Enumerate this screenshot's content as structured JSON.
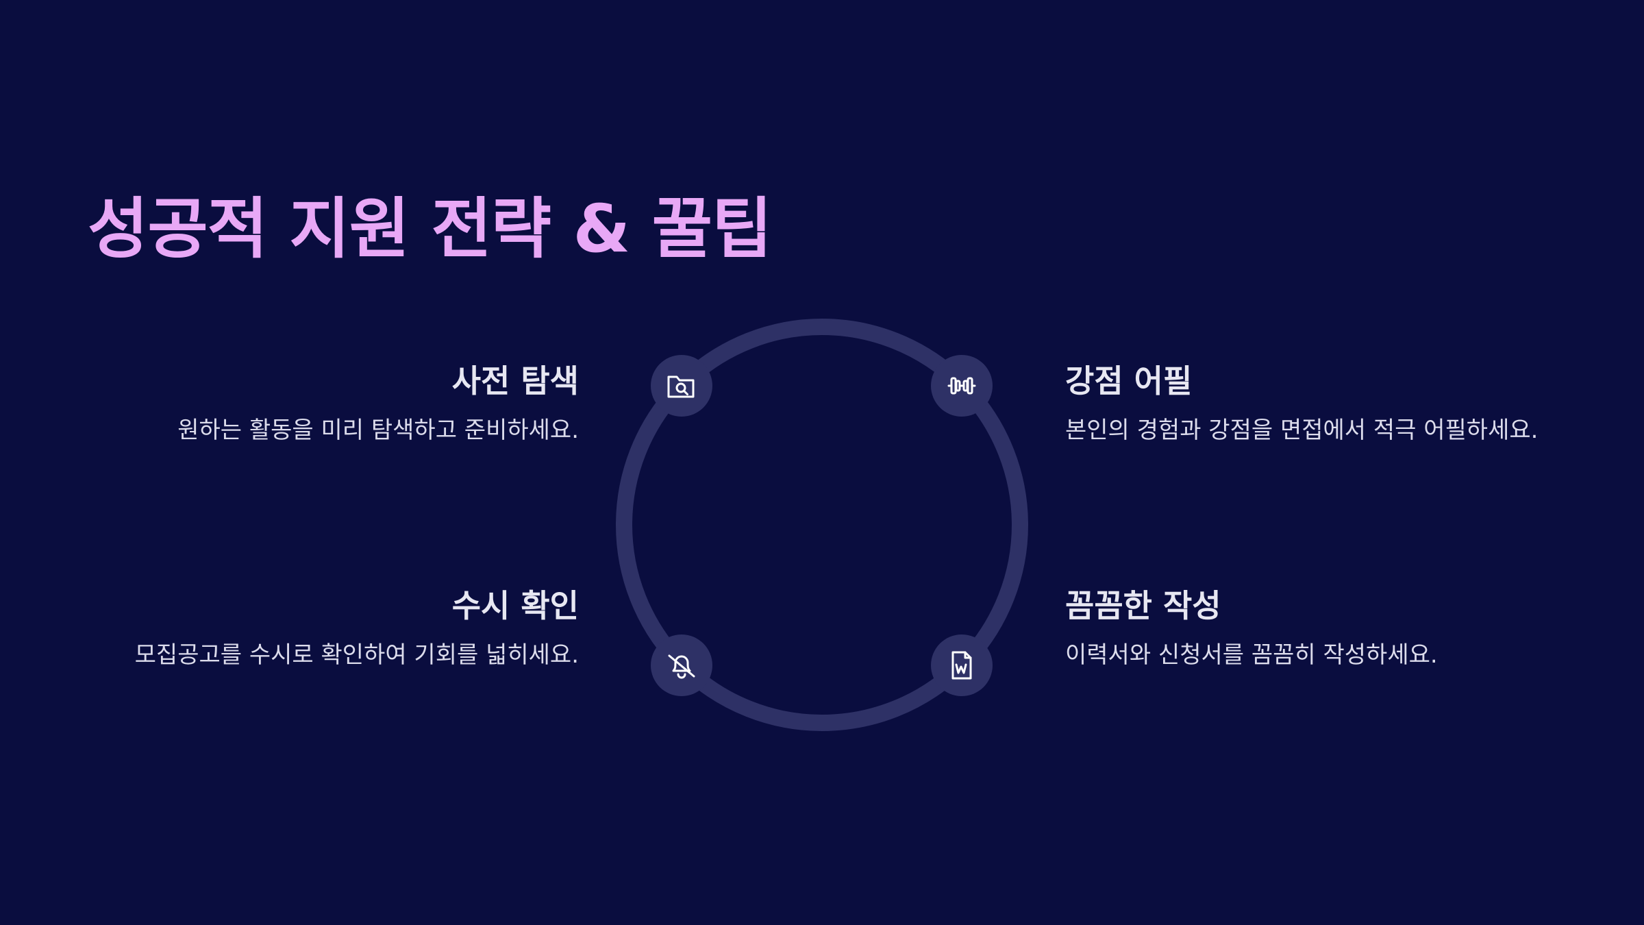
{
  "slide": {
    "title": "성공적 지원 전략 & 꿀팁"
  },
  "colors": {
    "background": "#0a0d3f",
    "title": "#e8a8f6",
    "ring": "#2e3166",
    "icon_badge": "#2e3166",
    "icon_stroke": "#ffffff",
    "text": "#e7e7f2"
  },
  "tips": [
    {
      "position": "top-left",
      "icon": "folder-search-icon",
      "heading": "사전 탐색",
      "description": "원하는 활동을 미리 탐색하고 준비하세요."
    },
    {
      "position": "bottom-left",
      "icon": "bell-off-icon",
      "heading": "수시 확인",
      "description": "모집공고를 수시로 확인하여 기회를 넓히세요."
    },
    {
      "position": "top-right",
      "icon": "dumbbell-icon",
      "heading": "강점 어필",
      "description": "본인의 경험과 강점을 면접에서 적극 어필하세요."
    },
    {
      "position": "bottom-right",
      "icon": "word-file-icon",
      "heading": "꼼꼼한 작성",
      "description": "이력서와 신청서를 꼼꼼히 작성하세요."
    }
  ]
}
